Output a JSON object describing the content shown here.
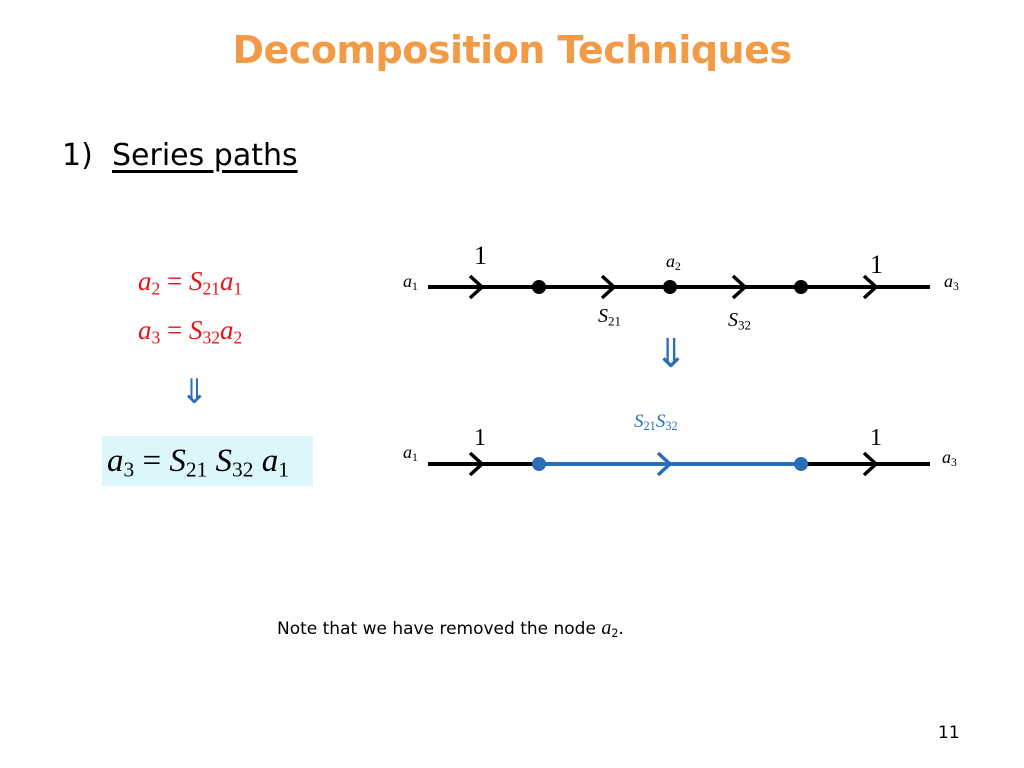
{
  "title": "Decomposition Techniques",
  "item": {
    "number": "1)",
    "text": "Series paths"
  },
  "equations": {
    "eq1": {
      "lhs_var": "a",
      "lhs_sub": "2",
      "op": "=",
      "s_var": "S",
      "s_sub": "21",
      "rhs_var": "a",
      "rhs_sub": "1"
    },
    "eq2": {
      "lhs_var": "a",
      "lhs_sub": "3",
      "op": "=",
      "s_var": "S",
      "s_sub": "32",
      "rhs_var": "a",
      "rhs_sub": "2"
    },
    "implies_symbol": "⇓",
    "result": {
      "lhs_var": "a",
      "lhs_sub": "3",
      "op": "=",
      "s1_var": "S",
      "s1_sub": "21",
      "s2_var": "S",
      "s2_sub": "32",
      "rhs_var": "a",
      "rhs_sub": "1"
    }
  },
  "top_graph": {
    "left_node": {
      "var": "a",
      "sub": "1"
    },
    "middle_node": {
      "var": "a",
      "sub": "2"
    },
    "right_node": {
      "var": "a",
      "sub": "3"
    },
    "branch_left_gain": "1",
    "branch_right_gain": "1",
    "s21": {
      "var": "S",
      "sub": "21"
    },
    "s32": {
      "var": "S",
      "sub": "32"
    }
  },
  "down_arrow": "⇓",
  "bottom_graph": {
    "left_node": {
      "var": "a",
      "sub": "1"
    },
    "right_node": {
      "var": "a",
      "sub": "3"
    },
    "branch_left_gain": "1",
    "branch_right_gain": "1",
    "combined": {
      "s1_var": "S",
      "s1_sub": "21",
      "s2_var": "S",
      "s2_sub": "32"
    }
  },
  "note": {
    "text": "Note that we have removed the node ",
    "var": "a",
    "sub": "2",
    "end": "."
  },
  "page_number": "11",
  "colors": {
    "title": "#f29a46",
    "equations": "#e8141c",
    "accent_blue": "#2a6fb5",
    "result_box_bg": "#ddf6fb",
    "line": "#000000"
  }
}
